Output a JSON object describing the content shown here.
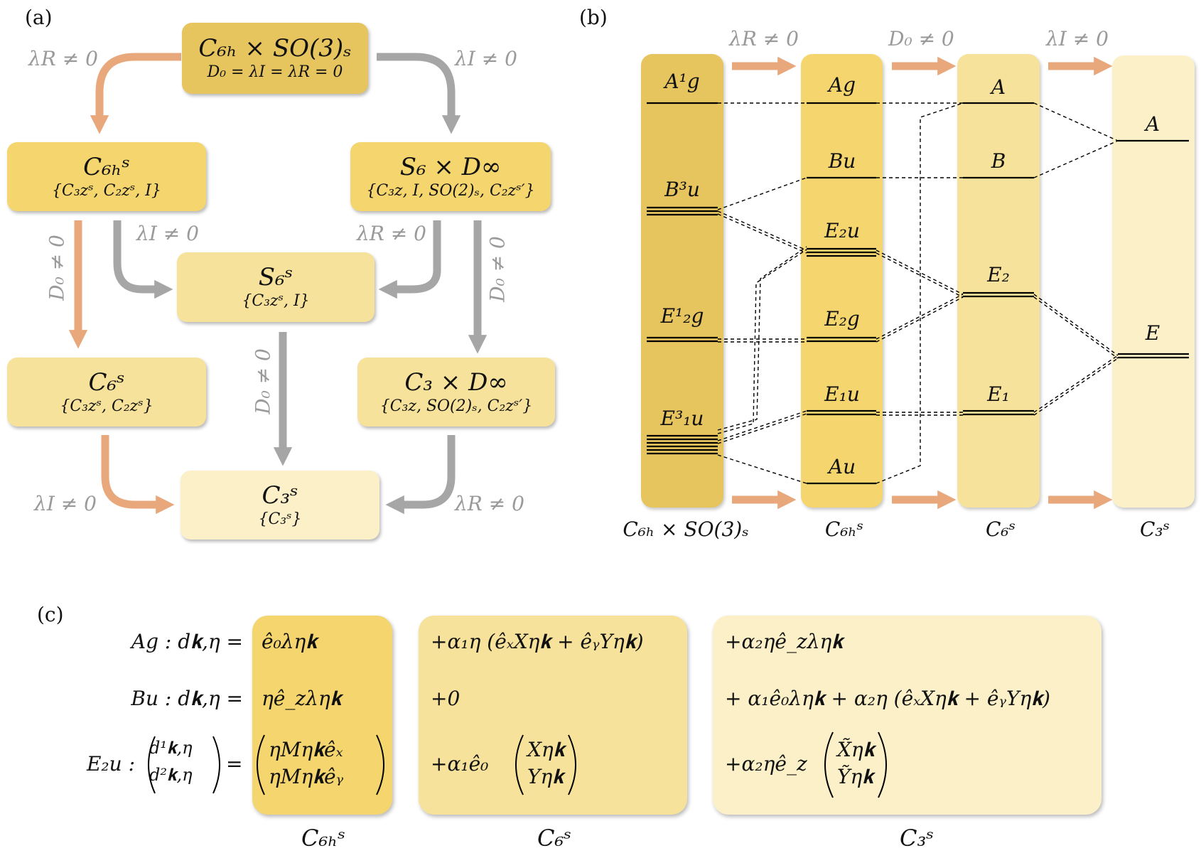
{
  "panel_labels": {
    "a": "(a)",
    "b": "(b)",
    "c": "(c)"
  },
  "colors": {
    "c1": "#e6c45e",
    "c2": "#f4d56e",
    "c3": "#f6e29a",
    "c4": "#fbf0c8",
    "orange_arrow": "#e8a87c",
    "gray_arrow": "#a6a6a6"
  },
  "panel_a": {
    "top": {
      "title": "C₆ₕ × SO(3)ₛ",
      "sub": "D₀ = λI = λR = 0"
    },
    "c6h_s": {
      "title": "C₆ₕˢ",
      "sub": "{C₃zˢ, C₂zˢ, I}"
    },
    "s6_dinf": {
      "title": "S₆ × D∞",
      "sub": "{C₃z, I, SO(2)ₛ, C₂zˢ′}"
    },
    "s6_s": {
      "title": "S₆ˢ",
      "sub": "{C₃zˢ, I}"
    },
    "c6_s": {
      "title": "C₆ˢ",
      "sub": "{C₃zˢ, C₂zˢ}"
    },
    "c3_dinf": {
      "title": "C₃ × D∞",
      "sub": "{C₃z, SO(2)ₛ, C₂zˢ′}"
    },
    "c3_s": {
      "title": "C₃ˢ",
      "sub": "{C₃ˢ}"
    },
    "conditions": {
      "top_left": "λR ≠ 0",
      "top_right": "λI ≠ 0",
      "mid_left_inner": "λI ≠ 0",
      "mid_right_inner": "λR ≠ 0",
      "left_vertical": "D₀ ≠ 0",
      "right_vertical": "D₀ ≠ 0",
      "center_vertical": "D₀ ≠ 0",
      "bottom_left": "λI ≠ 0",
      "bottom_right": "λR ≠ 0"
    }
  },
  "panel_b": {
    "arrow_labels": [
      "λR ≠ 0",
      "D₀ ≠ 0",
      "λI ≠ 0"
    ],
    "columns": [
      {
        "name": "C₆ₕ × SO(3)ₛ",
        "levels": [
          "A¹g",
          "B³u",
          "E¹₂g",
          "E³₁u"
        ]
      },
      {
        "name": "C₆ₕˢ",
        "levels": [
          "Ag",
          "Bu",
          "E₂u",
          "E₂g",
          "E₁u",
          "Au"
        ]
      },
      {
        "name": "C₆ˢ",
        "levels": [
          "A",
          "B",
          "E₂",
          "E₁"
        ]
      },
      {
        "name": "C₃ˢ",
        "levels": [
          "A",
          "E"
        ]
      }
    ]
  },
  "panel_c": {
    "rows": [
      {
        "lhs": "Ag :  d𝐤,η =",
        "c1": "ê₀λη𝐤",
        "c2": "+α₁η (êₓXη𝐤 + êᵧYη𝐤)",
        "c3": "+α₂ηê_zλη𝐤"
      },
      {
        "lhs": "Bu :  d𝐤,η =",
        "c1": "ηê_zλη𝐤",
        "c2": "+0",
        "c3": "+ α₁ê₀λη𝐤 + α₂η (êₓXη𝐤 + êᵧYη𝐤)"
      },
      {
        "lhs": "E₂u : (d¹𝐤,η ; d²𝐤,η) =",
        "c1": "(ηMη𝐤êₓ ; ηMη𝐤êᵧ)",
        "c2": "+α₁ê₀ (Xη𝐤 ; Yη𝐤)",
        "c3": "+α₂ηê_z (X̃η𝐤 ; Ỹη𝐤)"
      }
    ],
    "row_lhs": [
      "Ag :  d𝐤,η =",
      "Bu :  d𝐤,η =",
      "E₂u :"
    ],
    "e2u_lhs_top": "d¹𝐤,η",
    "e2u_lhs_bottom": "d²𝐤,η",
    "e2u_c1_top": "ηMη𝐤êₓ",
    "e2u_c1_bottom": "ηMη𝐤êᵧ",
    "e2u_c2_pre": "+α₁ê₀",
    "e2u_c2_top": "Xη𝐤",
    "e2u_c2_bottom": "Yη𝐤",
    "e2u_c3_pre": "+α₂ηê_z",
    "e2u_c3_top": "X̃η𝐤",
    "e2u_c3_bottom": "Ỹη𝐤",
    "col_labels": [
      "C₆ₕˢ",
      "C₆ˢ",
      "C₃ˢ"
    ]
  }
}
